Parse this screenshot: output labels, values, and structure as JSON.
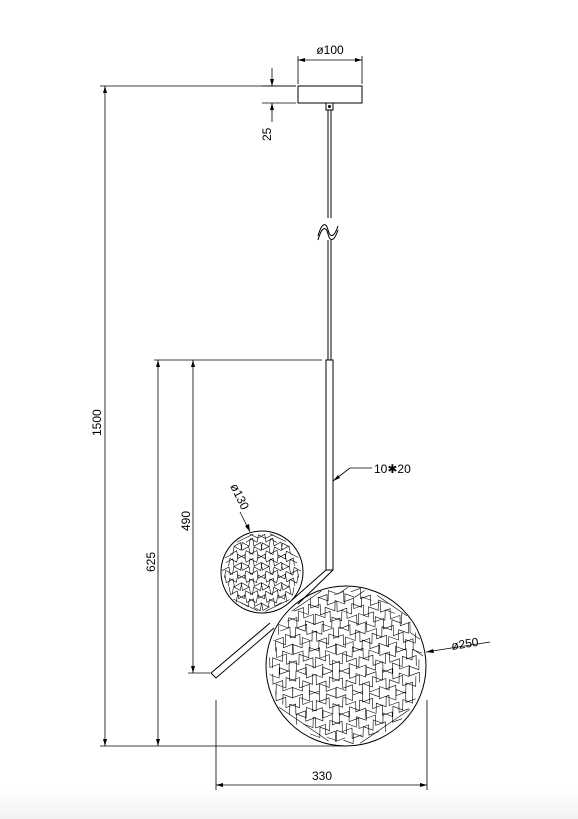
{
  "dimensions": {
    "canopy_diameter": "ø100",
    "canopy_height": "25",
    "overall_height": "1500",
    "lower_assembly_height": "625",
    "rod_to_small_globe": "490",
    "small_globe_diameter": "ø130",
    "large_globe_diameter": "ø250",
    "arm_section": "10✱20",
    "overall_width": "330"
  },
  "colors": {
    "line": "#000000",
    "background": "#ffffff"
  }
}
